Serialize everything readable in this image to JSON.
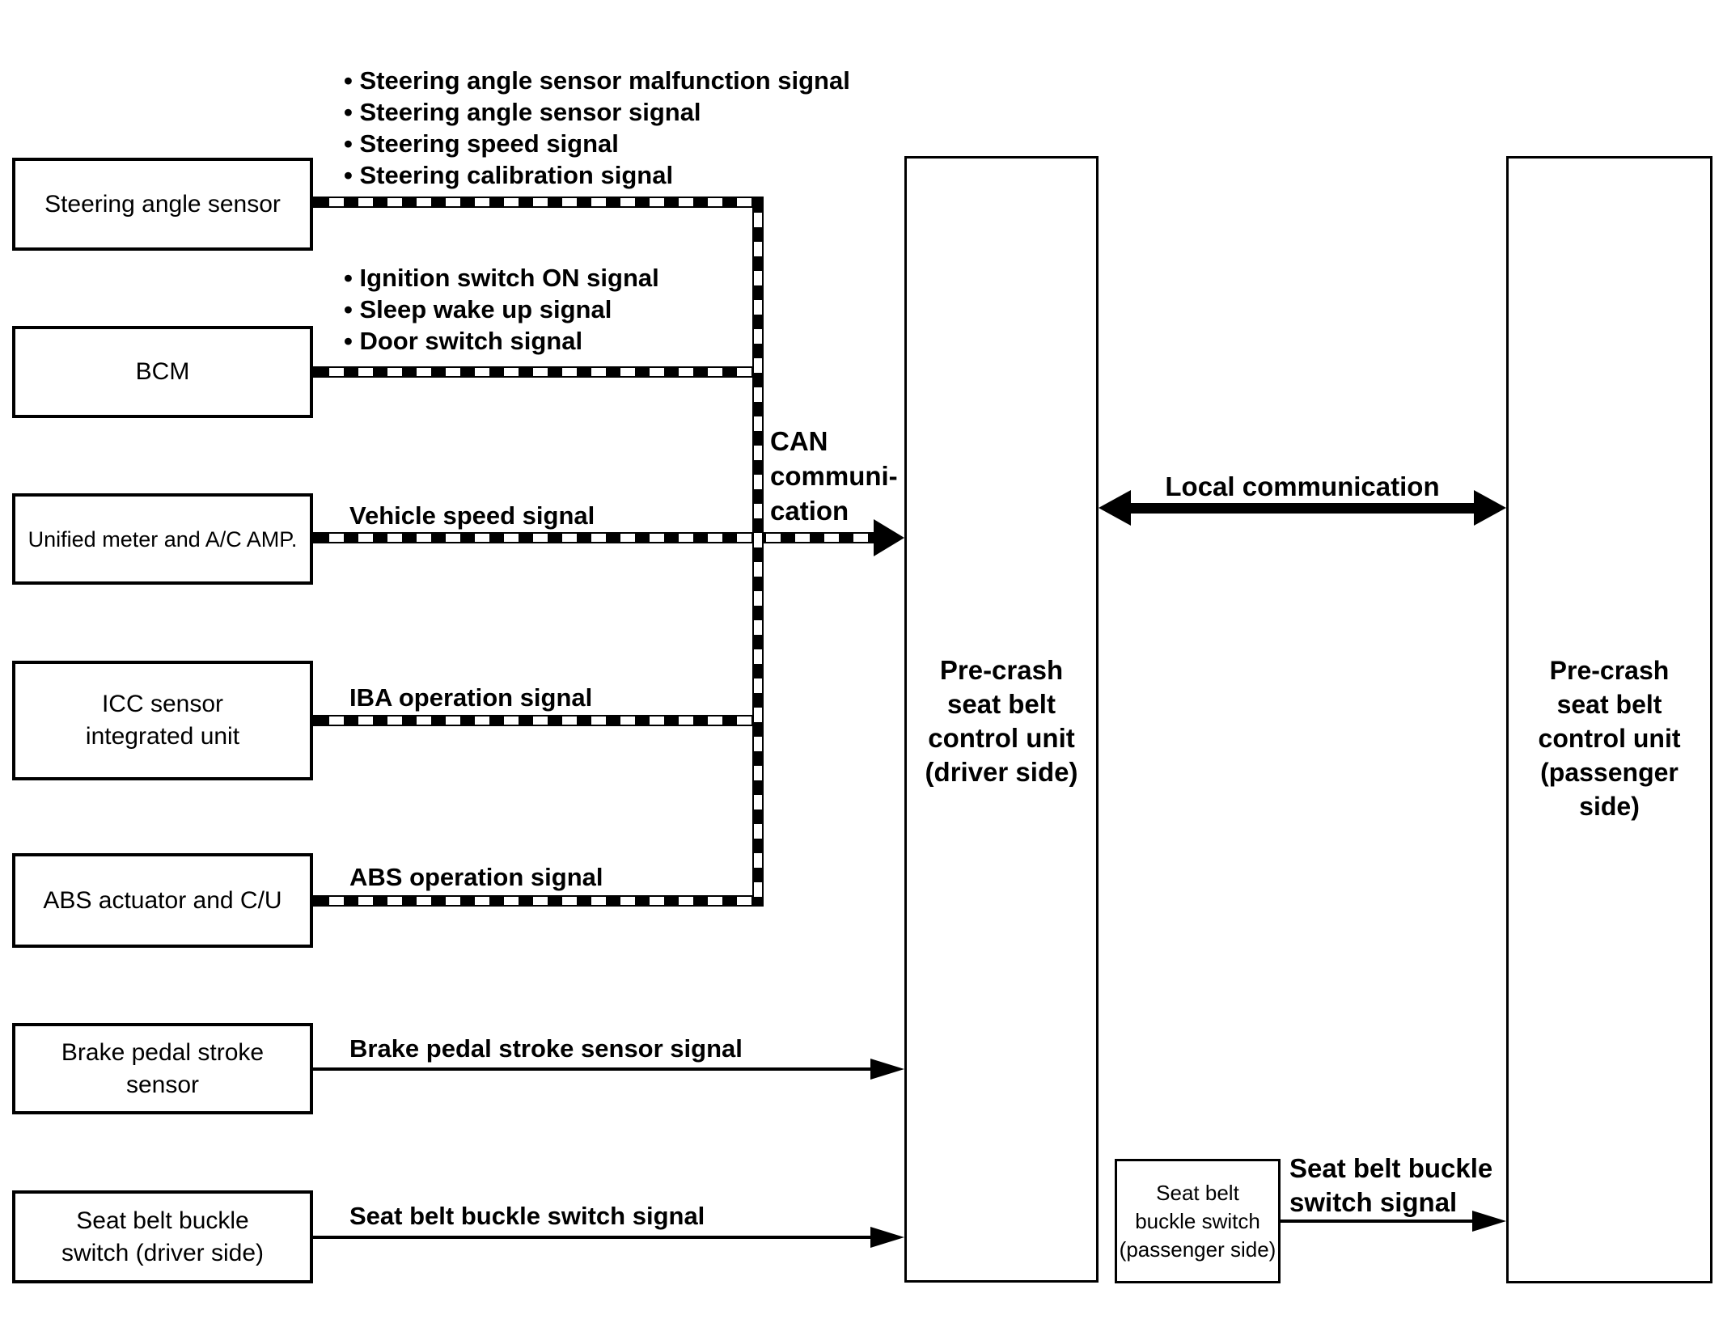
{
  "colors": {
    "ink": "#000000",
    "bg": "#ffffff"
  },
  "nodes": {
    "steering": {
      "label": "Steering angle sensor",
      "bullets": [
        "Steering angle sensor malfunction signal",
        "Steering angle sensor signal",
        "Steering speed signal",
        "Steering calibration signal"
      ]
    },
    "bcm": {
      "label": "BCM",
      "bullets": [
        "Ignition switch ON signal",
        "Sleep wake up signal",
        "Door switch signal"
      ]
    },
    "unified": {
      "label": "Unified meter and A/C AMP.",
      "signal": "Vehicle speed signal"
    },
    "icc": {
      "label_lines": [
        "ICC sensor",
        "integrated unit"
      ],
      "signal": "IBA operation signal"
    },
    "abs": {
      "label": "ABS actuator and C/U",
      "signal": "ABS operation signal"
    },
    "brake": {
      "label_lines": [
        "Brake pedal stroke",
        "sensor"
      ],
      "signal": "Brake pedal stroke sensor signal"
    },
    "buckle_driver": {
      "label_lines": [
        "Seat belt buckle",
        "switch (driver side)"
      ],
      "signal": "Seat belt buckle switch signal"
    }
  },
  "can_label_lines": [
    "CAN",
    "communi-",
    "cation"
  ],
  "local_label": "Local communication",
  "driver_unit_lines": [
    "Pre-crash",
    "seat belt",
    "control unit",
    "(driver side)"
  ],
  "passenger_unit_lines": [
    "Pre-crash",
    "seat belt",
    "control unit",
    "(passenger side)"
  ],
  "buckle_passenger": {
    "label_lines": [
      "Seat belt",
      "buckle switch",
      "(passenger side)"
    ],
    "signal_lines": [
      "Seat belt buckle",
      "switch signal"
    ]
  }
}
